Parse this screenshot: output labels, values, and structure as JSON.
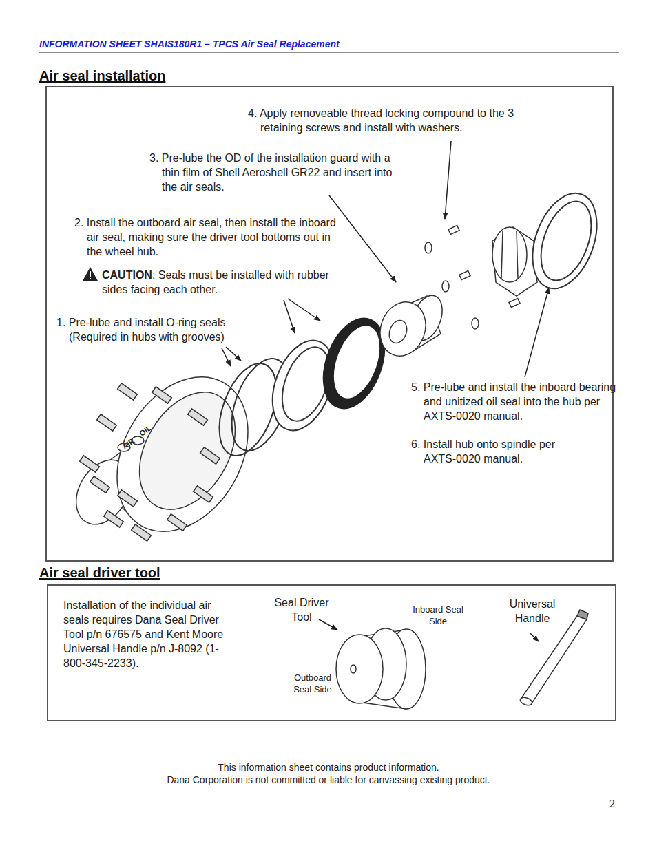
{
  "diagram": {
    "title": "INFORMATION SHEET SHAIS180R1 – TPCS Air Seal Replacement",
    "nodes": [
      {
        "text": [
          "Air seal installation",
          "4. Apply removeable thread locking compound to the 3 retaining screws and install with washers.",
          "3. Pre-lube the OD of the installation guard with a thin film of Shell Aeroshell GR22 and insert into the air seals.",
          "2. Install the outboard air seal, then install the inboard air seal, making sure the driver tool bottoms out in the wheel hub.",
          "CAUTION",
          ": Seals must be installed with rubber sides facing each other.",
          "1. Pre-lube and install O-ring seals (Required in hubs with grooves)",
          "5. Pre-lube and install the inboard bearing and unitized oil seal into the hub per AXTS-0020 manual.",
          "6. Install hub onto spindle per AXTS-0020 manual."
        ]
      },
      {
        "text": [
          "Air seal driver tool",
          "Installation of the individual air seals requires Dana Seal Driver Tool p/n 676575 and Kent Moore Universal Handle p/n J-8092 (1-800-345-2233).",
          "Seal Driver Tool",
          "Inboard Seal Side",
          "Outboard Seal Side",
          "Universal Handle"
        ]
      }
    ],
    "labels": [
      "OIL",
      "AIR",
      "This information sheet contains product information.",
      "Dana Corporation is not committed or liable for canvassing existing product.",
      "2"
    ]
  }
}
